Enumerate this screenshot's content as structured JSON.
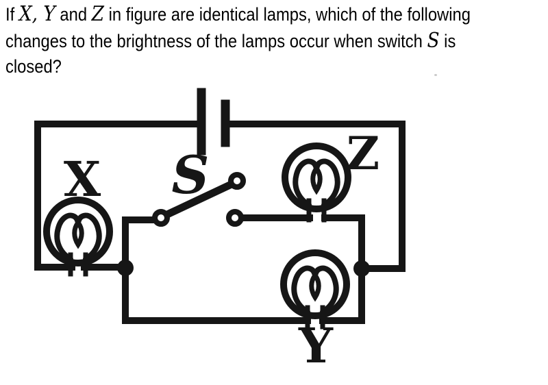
{
  "question": {
    "lines": [
      {
        "segments": [
          {
            "text": "If ",
            "style": "plain"
          },
          {
            "text": "X, Y",
            "style": "math"
          },
          {
            "text": " and ",
            "style": "plain"
          },
          {
            "text": "Z",
            "style": "math"
          },
          {
            "text": " in figure are identical lamps, which of the following",
            "style": "plain"
          }
        ]
      },
      {
        "segments": [
          {
            "text": "changes to the brightness of the lamps occur when switch ",
            "style": "plain"
          },
          {
            "text": "S",
            "style": "math"
          },
          {
            "text": " is",
            "style": "plain"
          }
        ]
      },
      {
        "segments": [
          {
            "text": "closed?",
            "style": "plain"
          }
        ]
      }
    ]
  },
  "diagram": {
    "type": "circuit",
    "description": "Battery in series with lamp X; between two junction dots, an open knife switch S in series with lamp Z forms one branch, lamp Y forms the parallel branch",
    "labels": {
      "lamp_x": "X",
      "switch": "S",
      "lamp_z": "Z",
      "lamp_y": "Y"
    },
    "components": [
      {
        "name": "battery",
        "kind": "cell",
        "plates": 2
      },
      {
        "name": "switch-s",
        "kind": "knife-switch",
        "state": "open"
      },
      {
        "name": "lamp-x",
        "kind": "lamp"
      },
      {
        "name": "lamp-z",
        "kind": "lamp"
      },
      {
        "name": "lamp-y",
        "kind": "lamp"
      }
    ],
    "junction_dots": 2,
    "colors": {
      "ink": "#161616",
      "background": "#ffffff"
    }
  }
}
